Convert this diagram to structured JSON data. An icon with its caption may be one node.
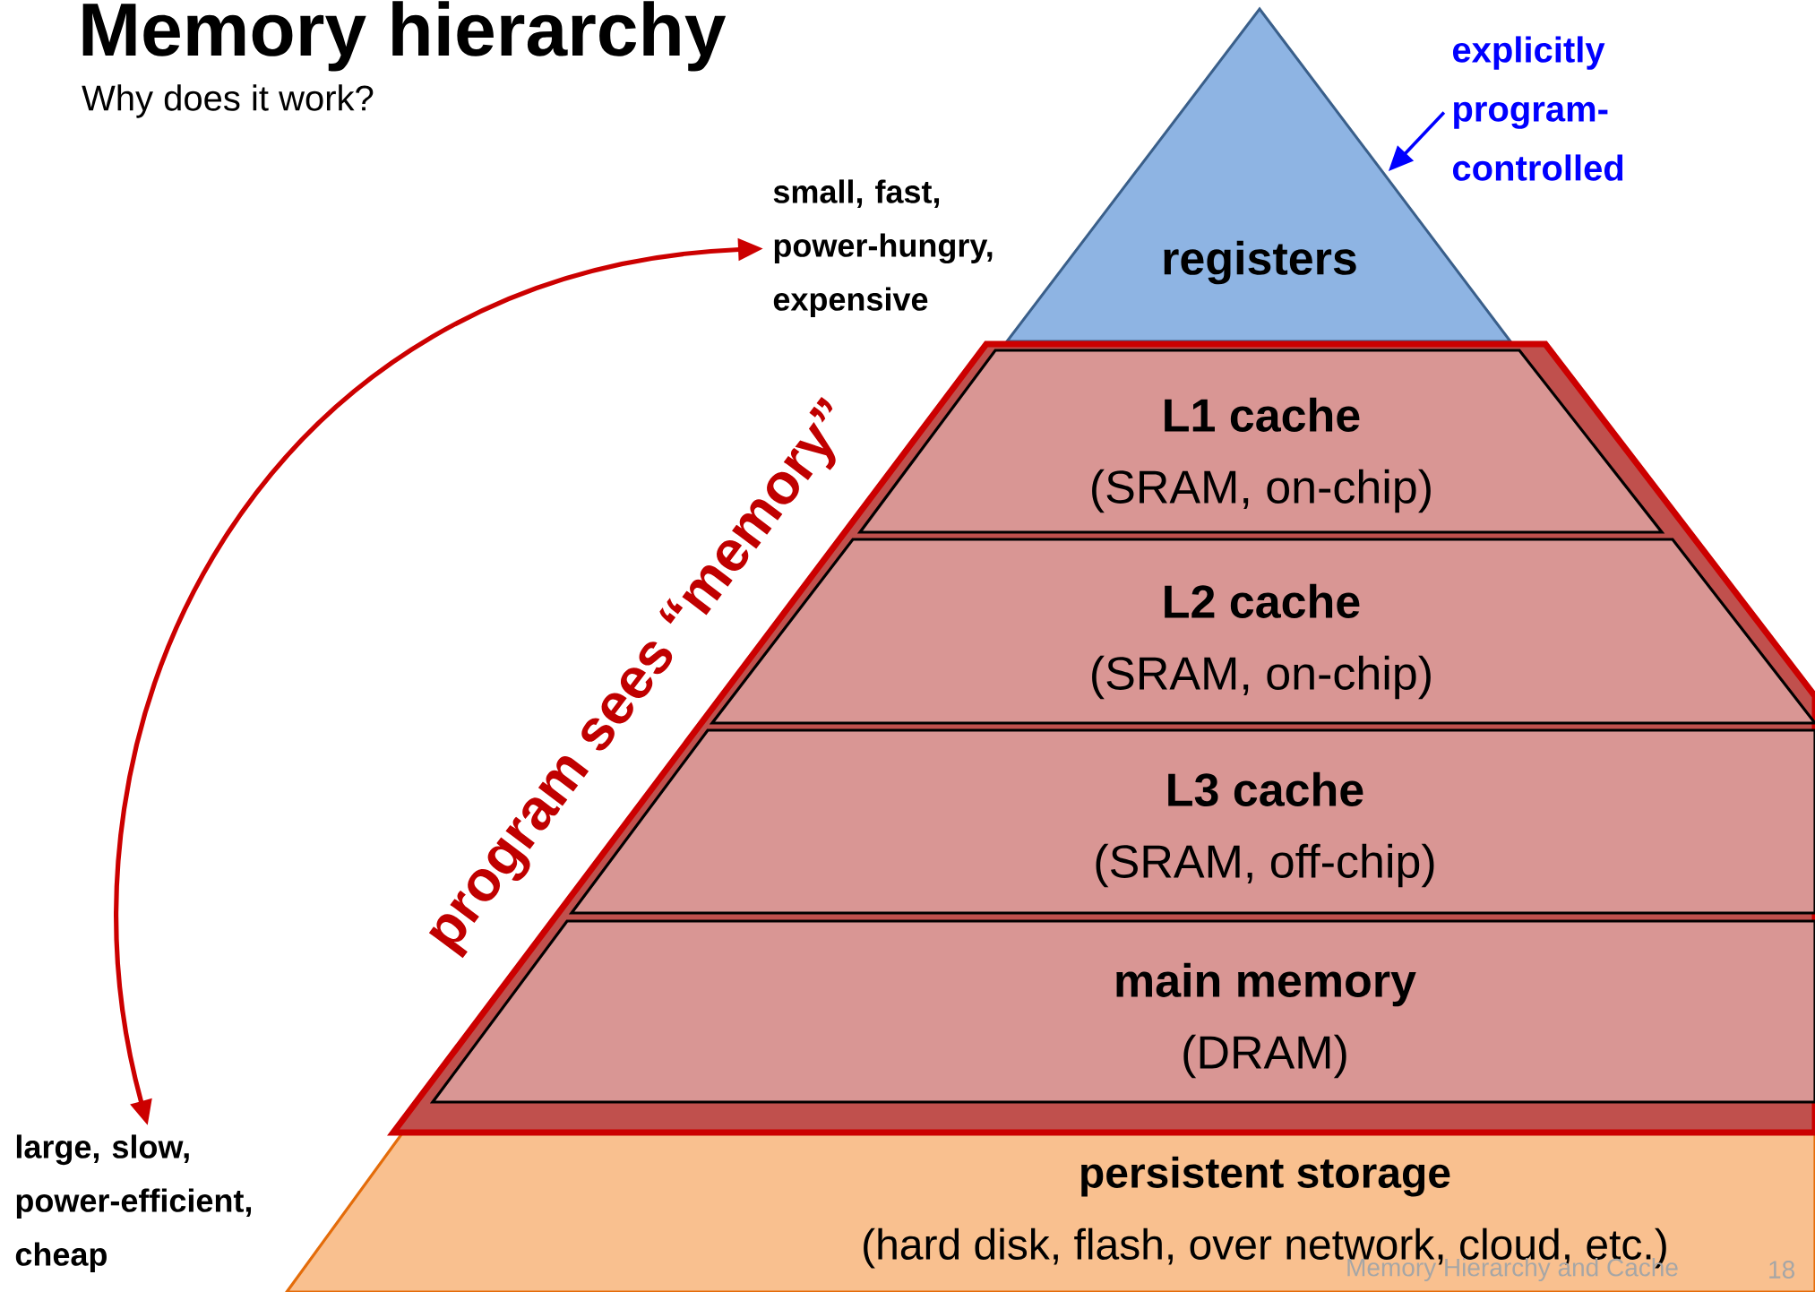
{
  "diagram": {
    "title": "Memory hierarchy",
    "nodes": [
      {
        "text": [
          "registers"
        ]
      },
      {
        "text": [
          "program sees “memory”"
        ]
      },
      {
        "text": [
          "L1 cache",
          "(SRAM, on-chip)"
        ],
        "in": 1
      },
      {
        "text": [
          "L2 cache",
          "(SRAM, on-chip)"
        ],
        "in": 1
      },
      {
        "text": [
          "L3 cache",
          "(SRAM, off-chip)"
        ],
        "in": 1
      },
      {
        "text": [
          "main memory",
          "(DRAM)"
        ],
        "in": 1
      },
      {
        "text": [
          "persistent storage",
          "(hard disk, flash, over network, cloud, etc.)"
        ]
      },
      {
        "text": [
          "small, fast, power-hungry, expensive"
        ]
      },
      {
        "text": [
          "large, slow, power-efficient, cheap"
        ]
      },
      {
        "text": [
          "explicitly program-controlled"
        ]
      }
    ],
    "edges": [
      {
        "from": 7,
        "to": 8,
        "arrow": "both",
        "color": "#cc0000"
      },
      {
        "from": 9,
        "to": 0,
        "arrow": "to",
        "color": "#0000ff"
      }
    ],
    "labels": [
      "Why does it work?",
      "Memory Hierarchy and Cache",
      "18"
    ]
  }
}
